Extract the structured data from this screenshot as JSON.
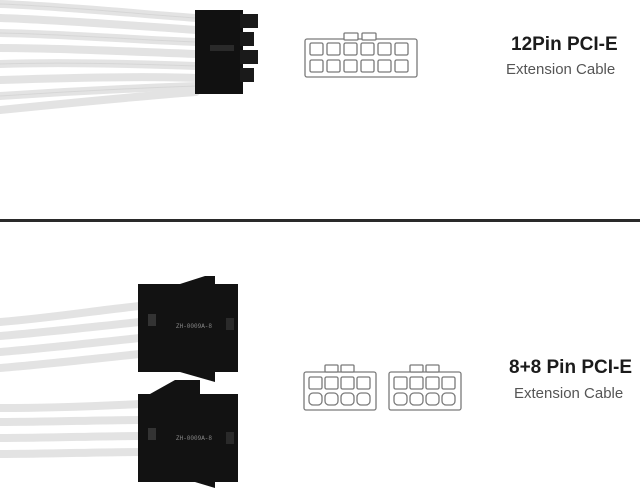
{
  "products": [
    {
      "title": "12Pin PCI-E",
      "subtitle": "Extension Cable",
      "connector_icon": "12-pin-connector-icon"
    },
    {
      "title": "8+8 Pin PCI-E",
      "subtitle": "Extension Cable",
      "connector_icon": "8-pin-connector-icon",
      "connector_print": "ZH-0009A-8"
    }
  ],
  "colors": {
    "background": "#ffffff",
    "divider": "#2a2a2a",
    "connector": "#111111",
    "sleeve": "#e8e8e8",
    "icon_stroke": "#7a7a7a"
  }
}
